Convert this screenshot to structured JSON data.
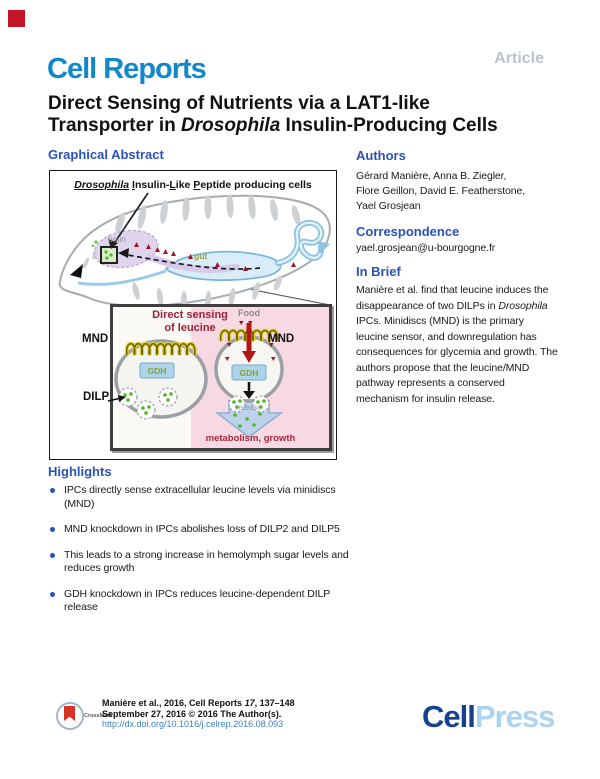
{
  "header": {
    "journal_logo": "Cell Reports",
    "article_label": "Article",
    "corner_mark_color": "#c41527"
  },
  "title": {
    "line1": "Direct Sensing of Nutrients via a LAT1-like",
    "line2_pre": "Transporter in ",
    "line2_italic": "Drosophila",
    "line2_post": " Insulin-Producing Cells"
  },
  "graphical_abstract": {
    "heading": "Graphical Abstract",
    "figure": {
      "title_parts": {
        "p0": "Drosophila",
        "p1": " ",
        "p2": "I",
        "p3": "nsulin-",
        "p4": "L",
        "p5": "ike ",
        "p6": "P",
        "p7": "eptide producing cells"
      },
      "labels": {
        "brain": "brain",
        "gut": "gut",
        "mnd_left": "MND",
        "mnd_right": "MND",
        "dilp": "DILP",
        "gdh_left": "GDH",
        "gdh_right": "GDH",
        "food": "Food",
        "inset_title_line1": "Direct sensing",
        "inset_title_line2": "of leucine",
        "release": "release",
        "metabolism": "metabolism, growth"
      }
    }
  },
  "authors": {
    "heading": "Authors",
    "lines": [
      "Gérard Manière, Anna B. Ziegler,",
      "Flore Geillon, David E. Featherstone,",
      "Yael Grosjean"
    ]
  },
  "correspondence": {
    "heading": "Correspondence",
    "email": "yael.grosjean@u-bourgogne.fr"
  },
  "in_brief": {
    "heading": "In Brief",
    "text_pre": "Manière et al. find that leucine induces the disappearance of two DILPs in ",
    "text_italic": "Drosophila",
    "text_post": " IPCs. Minidiscs (MND) is the primary leucine sensor, and downregulation has consequences for glycemia and growth. The authors propose that the leucine/MND pathway represents a conserved mechanism for insulin release."
  },
  "highlights": {
    "heading": "Highlights",
    "items": [
      "IPCs directly sense extracellular leucine levels via minidiscs (MND)",
      "MND knockdown in IPCs abolishes loss of DILP2 and DILP5",
      "This leads to a strong increase in hemolymph sugar levels and reduces growth",
      "GDH knockdown in IPCs reduces leucine-dependent DILP release"
    ]
  },
  "footer": {
    "crossmark_label": "CrossMark",
    "citation_pre": "Manière et al., 2016, Cell Reports ",
    "citation_vol": "17",
    "citation_post": ", 137–148",
    "citation_line2": "September 27, 2016 © 2016 The Author(s).",
    "doi": "http://dx.doi.org/10.1016/j.celrep.2016.08.093",
    "cellpress_cell": "Cell",
    "cellpress_press": "Press"
  },
  "colors": {
    "journal_blue": "#1287c9",
    "heading_blue": "#2a52be",
    "article_gray": "#b9c3ca",
    "link_blue": "#3d7fc1",
    "cellpress_navy": "#16418c",
    "cellpress_light": "#aad4f2",
    "inset_pink": "#f7d9e3",
    "dark_red": "#9c2038",
    "crossmark_red": "#d6332a"
  }
}
